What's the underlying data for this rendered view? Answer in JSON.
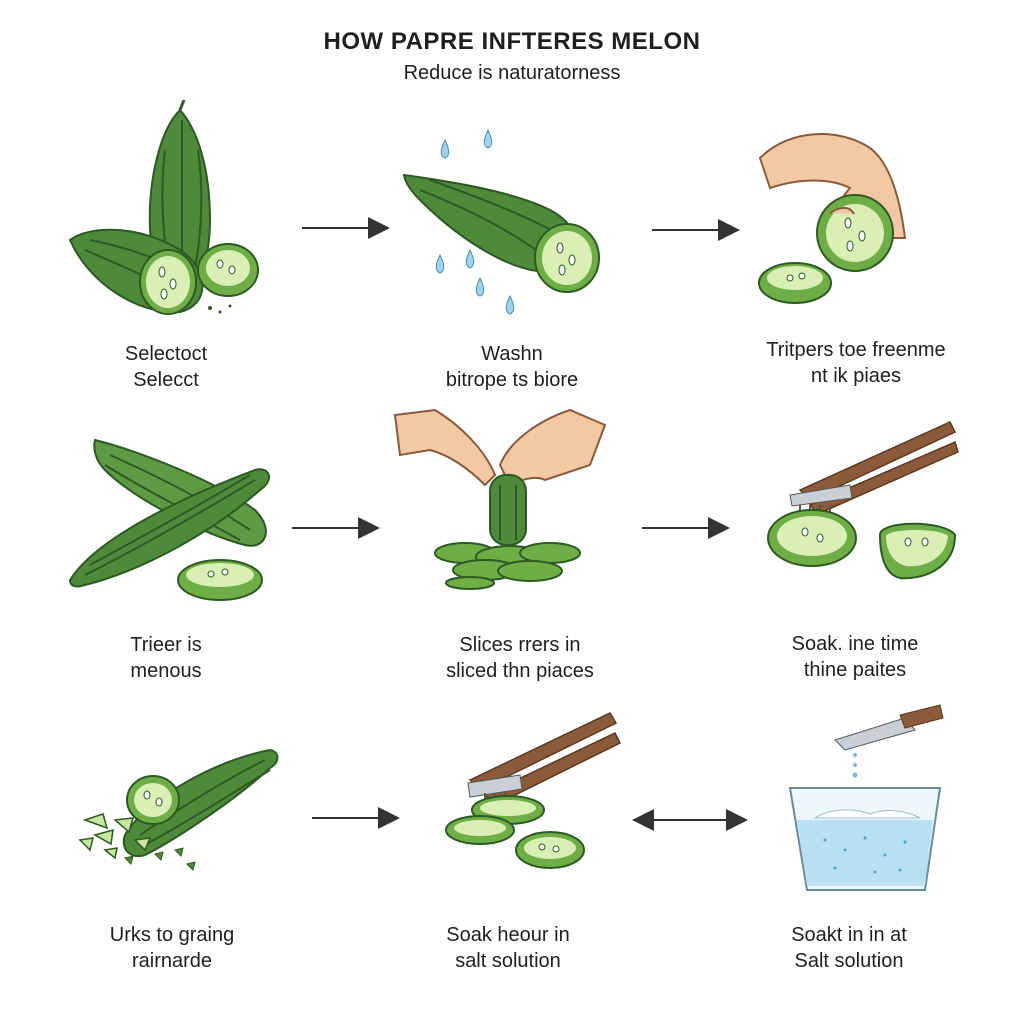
{
  "title": "HOW PAPRE INFTERES MELON",
  "subtitle": "Reduce is naturatorness",
  "colors": {
    "skin": "#4f8a3a",
    "skin_dark": "#2c5a22",
    "flesh": "#d9efb6",
    "rind": "#6fae46",
    "water": "#9fd3ec",
    "hand": "#f2c9a4",
    "handle": "#8a5a3a",
    "metal": "#c9cfd4"
  },
  "steps": [
    {
      "icon": "bitter-melon-whole-icon",
      "lines": [
        "Selectoct",
        "Selecct"
      ]
    },
    {
      "icon": "bitter-melon-wash-icon",
      "lines": [
        "Washn",
        "bitrope  ts biore"
      ]
    },
    {
      "icon": "hand-pick-slice-icon",
      "lines": [
        "Tritpers toe freenme",
        "nt  ik piaes"
      ]
    },
    {
      "icon": "bitter-melon-pair-icon",
      "lines": [
        "Trieer is",
        "menous"
      ]
    },
    {
      "icon": "hand-slicing-icon",
      "lines": [
        "Slices rrers in",
        "sliced thn piaces"
      ]
    },
    {
      "icon": "tongs-slices-icon",
      "lines": [
        "Soak. ine time",
        "thine paites"
      ]
    },
    {
      "icon": "grated-melon-icon",
      "lines": [
        "Urks to graing",
        "rairnarde"
      ]
    },
    {
      "icon": "tongs-soak-icon",
      "lines": [
        "Soak heour in",
        "salt solution"
      ]
    },
    {
      "icon": "salt-water-glass-icon",
      "lines": [
        "Soakt in in at",
        "Salt solution"
      ]
    }
  ],
  "arrows": [
    {
      "type": "right"
    },
    {
      "type": "right"
    },
    {
      "type": "right"
    },
    {
      "type": "right"
    },
    {
      "type": "right"
    },
    {
      "type": "both"
    }
  ]
}
